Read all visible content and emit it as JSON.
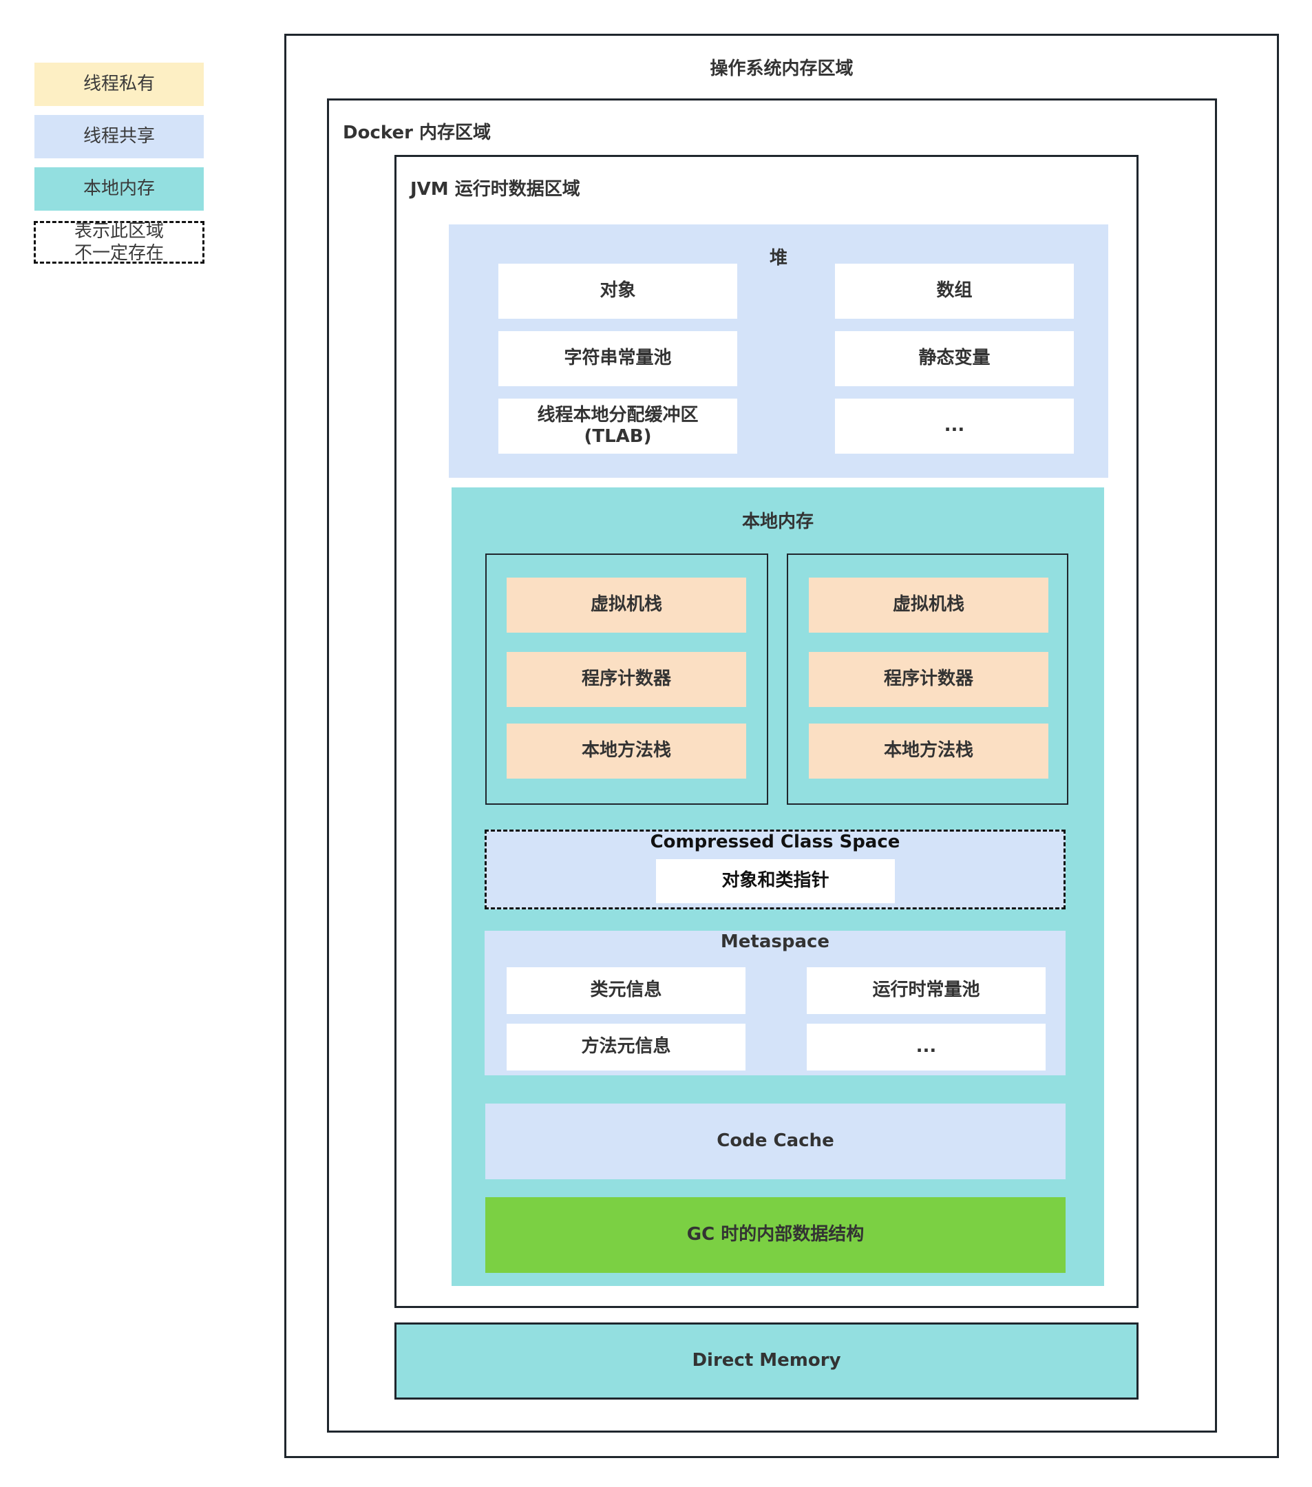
{
  "legend": [
    {
      "label": "线程私有",
      "color": "#fdefc4"
    },
    {
      "label": "线程共享",
      "color": "#d4e3f9"
    },
    {
      "label": "本地内存",
      "color": "#93dfe0"
    },
    {
      "label_line1": "表示此区域",
      "label_line2": "不一定存在",
      "style": "dashed"
    }
  ],
  "os_region": {
    "title": "操作系统内存区域"
  },
  "docker_region": {
    "title": "Docker 内存区域"
  },
  "jvm_region": {
    "title": "JVM 运行时数据区域"
  },
  "heap": {
    "title": "堆",
    "items": [
      {
        "label": "对象"
      },
      {
        "label": "数组"
      },
      {
        "label": "字符串常量池"
      },
      {
        "label": "静态变量"
      },
      {
        "label_line1": "线程本地分配缓冲区",
        "label_line2": "(TLAB)"
      },
      {
        "label": "..."
      }
    ]
  },
  "native_memory": {
    "title": "本地内存",
    "threads": [
      {
        "items": [
          "虚拟机栈",
          "程序计数器",
          "本地方法栈"
        ]
      },
      {
        "items": [
          "虚拟机栈",
          "程序计数器",
          "本地方法栈"
        ]
      }
    ],
    "compressed_class_space": {
      "title": "Compressed Class Space",
      "item": "对象和类指针"
    },
    "metaspace": {
      "title": "Metaspace",
      "items": [
        "类元信息",
        "运行时常量池",
        "方法元信息",
        "..."
      ]
    },
    "code_cache": "Code Cache",
    "gc_structures": "GC 时的内部数据结构"
  },
  "direct_memory": "Direct Memory",
  "colors": {
    "thread_private": "#fdefc4",
    "thread_shared": "#d4e3f9",
    "native": "#93dfe0",
    "stack": "#fbdfc3",
    "gc": "#7bd043",
    "border": "#1f262d"
  }
}
